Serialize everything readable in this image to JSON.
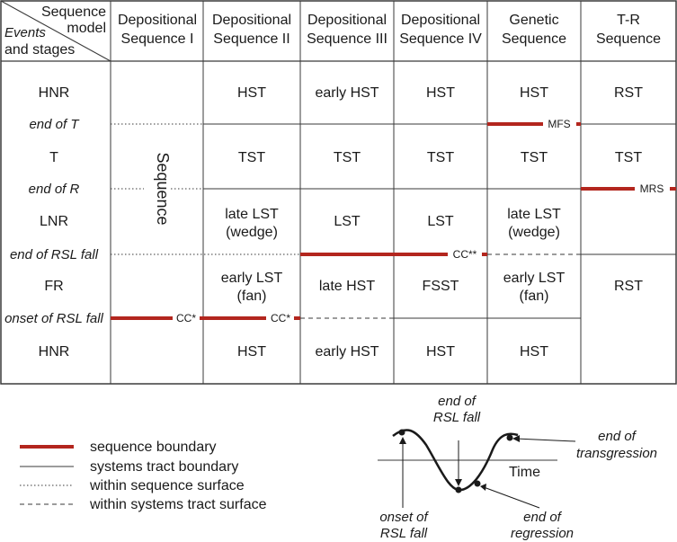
{
  "header": {
    "corner_top": "Sequence",
    "corner_top2": "model",
    "corner_bottom": "Events",
    "corner_bottom2": "and stages",
    "columns": [
      [
        "Depositional",
        "Sequence I"
      ],
      [
        "Depositional",
        "Sequence II"
      ],
      [
        "Depositional",
        "Sequence III"
      ],
      [
        "Depositional",
        "Sequence IV"
      ],
      [
        "Genetic",
        "Sequence"
      ],
      [
        "T-R",
        "Sequence"
      ]
    ]
  },
  "rows": {
    "stages": [
      "HNR",
      "T",
      "LNR",
      "FR",
      "HNR"
    ],
    "events": [
      "end of T",
      "end of R",
      "end of RSL fall",
      "onset of RSL fall"
    ]
  },
  "cells": {
    "seq1_label": "Sequence",
    "seq2": [
      "HST",
      "TST",
      "late LST",
      "(wedge)",
      "early LST",
      "(fan)",
      "HST"
    ],
    "seq3": [
      "early HST",
      "TST",
      "LST",
      "late HST",
      "early HST"
    ],
    "seq4": [
      "HST",
      "TST",
      "LST",
      "FSST",
      "HST"
    ],
    "genetic": [
      "HST",
      "TST",
      "late LST",
      "(wedge)",
      "early LST",
      "(fan)",
      "HST"
    ],
    "tr": [
      "RST",
      "TST",
      "RST"
    ]
  },
  "surfaces": {
    "mfs": "MFS",
    "mrs": "MRS",
    "cc_double": "CC**",
    "cc1": "CC*",
    "cc2": "CC*"
  },
  "legend": {
    "items": [
      "sequence boundary",
      "systems tract boundary",
      "within sequence surface",
      "within systems tract surface"
    ]
  },
  "curve": {
    "time_label": "Time",
    "end_rsl_fall": [
      "end of",
      "RSL fall"
    ],
    "end_transgression": [
      "end of",
      "transgression"
    ],
    "onset_rsl_fall": [
      "onset of",
      "RSL fall"
    ],
    "end_regression": [
      "end of",
      "regression"
    ]
  },
  "colors": {
    "sequence_boundary": "#b3261e",
    "line": "#3a3a3a"
  }
}
